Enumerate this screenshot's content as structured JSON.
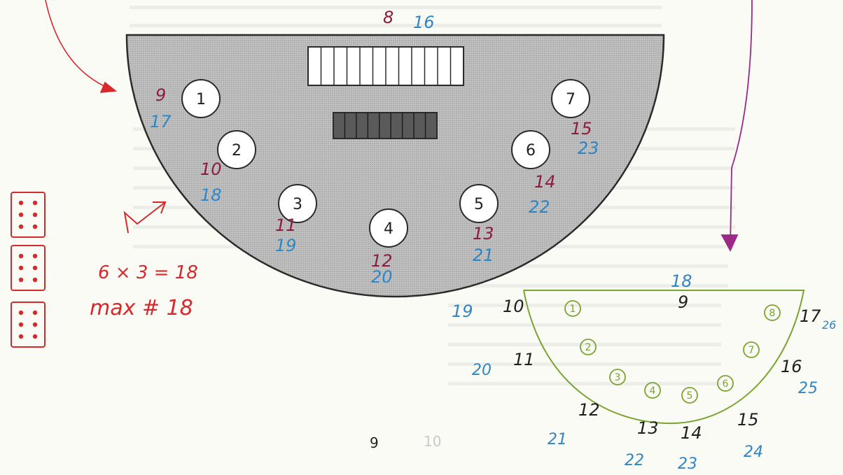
{
  "colors": {
    "paper": "#fbfbf6",
    "table_fill": "#b9b9b9",
    "table_stroke": "#2b2b2b",
    "red_ink": "#d8282c",
    "maroon_ink": "#8c1d3f",
    "blue_ink": "#2f86c6",
    "green_ink": "#7aa32f",
    "purple_ink": "#9b2a86",
    "print_text": "#222222",
    "faint_text": "#c9c9c9"
  },
  "table": {
    "seats": [
      "1",
      "2",
      "3",
      "4",
      "5",
      "6",
      "7"
    ]
  },
  "annotations": {
    "top_red": "8",
    "top_blue": "16",
    "seat_labels_red": [
      "9",
      "10",
      "11",
      "12",
      "13",
      "14",
      "15"
    ],
    "seat_labels_blue": [
      "17",
      "18",
      "19",
      "20",
      "21",
      "22",
      "23"
    ],
    "calc_line1": "6 × 3 = 18",
    "calc_line2": "max # 18"
  },
  "dice": [
    {
      "face": 6,
      "icon": "die-six-icon"
    },
    {
      "face": 6,
      "icon": "die-six-icon"
    },
    {
      "face": 6,
      "icon": "die-six-icon"
    }
  ],
  "sketch": {
    "top_label": "18",
    "top_center": "9",
    "left_blue": "19",
    "left_red": "10",
    "seats": [
      "1",
      "2",
      "3",
      "4",
      "5",
      "6",
      "7",
      "8"
    ],
    "edge_red": [
      "11",
      "12",
      "13",
      "14",
      "15",
      "16",
      "17"
    ],
    "edge_blue": [
      "20",
      "21",
      "22",
      "23",
      "24",
      "25",
      "26"
    ]
  },
  "page_numbers": [
    "9",
    "10"
  ]
}
